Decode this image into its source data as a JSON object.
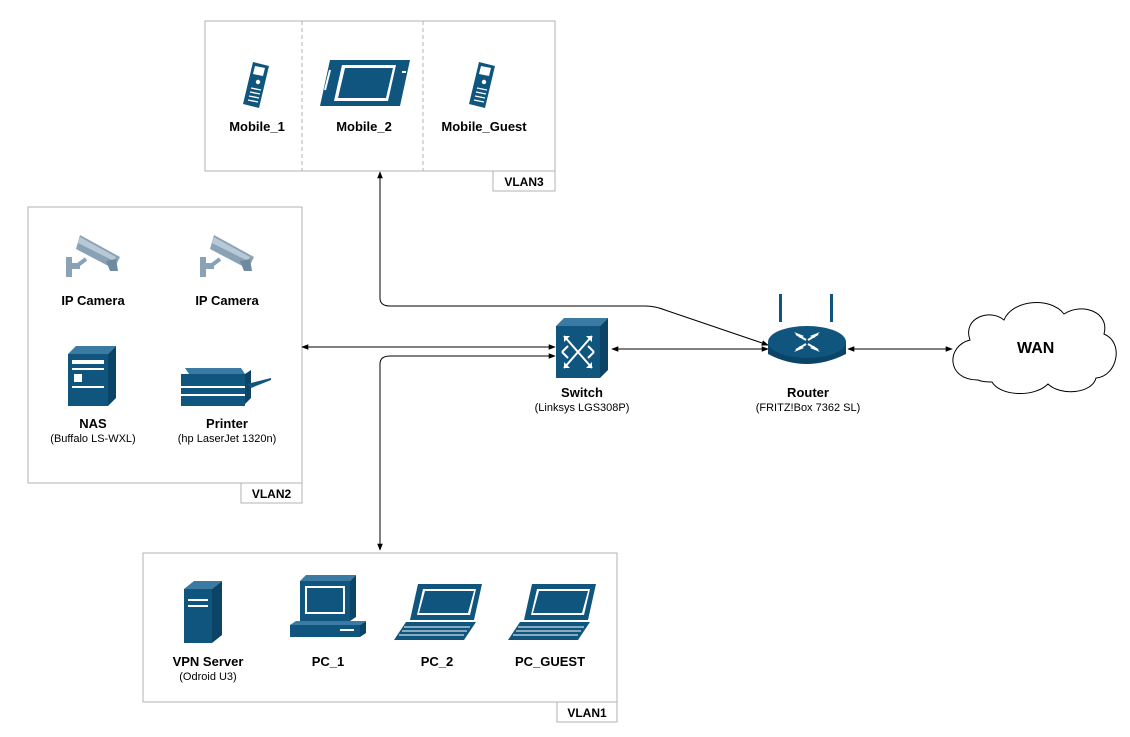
{
  "colors": {
    "device": "#10557e",
    "box_border": "#b3b3b3",
    "line": "#000000"
  },
  "vlans": [
    {
      "id": "vlan3",
      "label": "VLAN3"
    },
    {
      "id": "vlan2",
      "label": "VLAN2"
    },
    {
      "id": "vlan1",
      "label": "VLAN1"
    }
  ],
  "devices": {
    "mobile_1": {
      "name": "Mobile_1",
      "icon": "mobile-phone-icon"
    },
    "mobile_2": {
      "name": "Mobile_2",
      "icon": "tablet-icon"
    },
    "mobile_guest": {
      "name": "Mobile_Guest",
      "icon": "mobile-phone-icon"
    },
    "ip_camera_1": {
      "name": "IP Camera",
      "icon": "security-camera-icon"
    },
    "ip_camera_2": {
      "name": "IP Camera",
      "icon": "security-camera-icon"
    },
    "nas": {
      "name": "NAS",
      "detail": "(Buffalo LS-WXL)",
      "icon": "nas-server-icon"
    },
    "printer": {
      "name": "Printer",
      "detail": "(hp LaserJet 1320n)",
      "icon": "printer-icon"
    },
    "switch": {
      "name": "Switch",
      "detail": "(Linksys LGS308P)",
      "icon": "switch-icon"
    },
    "router": {
      "name": "Router",
      "detail": "(FRITZ!Box 7362 SL)",
      "icon": "router-icon"
    },
    "wan": {
      "name": "WAN",
      "icon": "cloud-icon"
    },
    "vpn_server": {
      "name": "VPN Server",
      "detail": "(Odroid U3)",
      "icon": "tower-server-icon"
    },
    "pc_1": {
      "name": "PC_1",
      "icon": "desktop-computer-icon"
    },
    "pc_2": {
      "name": "PC_2",
      "icon": "laptop-icon"
    },
    "pc_guest": {
      "name": "PC_GUEST",
      "icon": "laptop-icon"
    }
  }
}
